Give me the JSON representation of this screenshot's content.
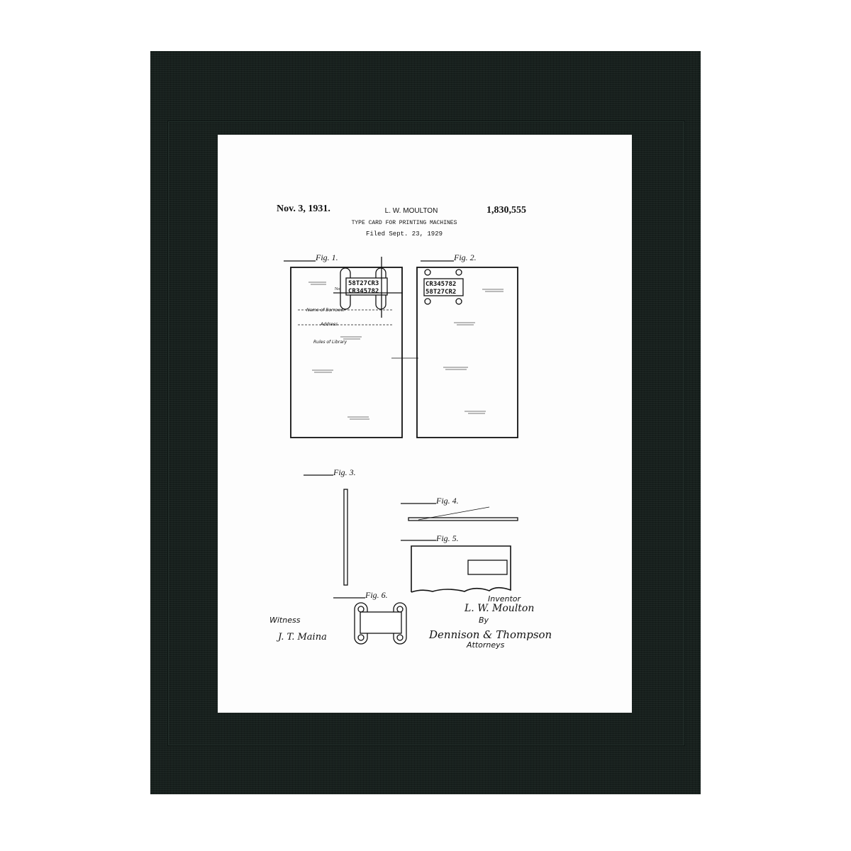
{
  "header": {
    "date": "Nov. 3, 1931.",
    "inventor_name": "L. W. MOULTON",
    "patent_number": "1,830,555",
    "title": "TYPE CARD FOR PRINTING MACHINES",
    "filed": "Filed Sept. 23, 1929"
  },
  "figures": {
    "fig1": {
      "label": "Fig. 1.",
      "type_line_1": "58T27CR3",
      "type_line_2": "CR345782",
      "no_label": "No.",
      "line_1": "Name of Borrower",
      "line_2": "Address",
      "line_3": "Rules of Library"
    },
    "fig2": {
      "label": "Fig. 2.",
      "type_line_1": "CR345782",
      "type_line_2": "58T27CR2"
    },
    "fig3": {
      "label": "Fig. 3."
    },
    "fig4": {
      "label": "Fig. 4."
    },
    "fig5": {
      "label": "Fig. 5."
    },
    "fig6": {
      "label": "Fig. 6."
    }
  },
  "signatures": {
    "witness_label": "Witness",
    "witness_signature": "J. T. Maina",
    "inventor_label": "Inventor",
    "inventor_signature": "L. W. Moulton",
    "by_label": "By",
    "attorney_signature": "Dennison & Thompson",
    "attorneys_label": "Attorneys"
  },
  "colors": {
    "mat": "#17201d",
    "paper": "#fdfdfd",
    "ink": "#111111"
  }
}
